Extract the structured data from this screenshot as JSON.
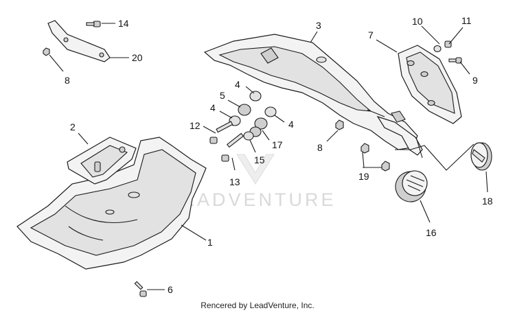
{
  "watermark": "LEADVENTURE",
  "credit": "Rencered by LeadVenture, Inc.",
  "callouts": {
    "c1": "1",
    "c2": "2",
    "c3": "3",
    "c4a": "4",
    "c4b": "4",
    "c4c": "4",
    "c5": "5",
    "c6": "6",
    "c7": "7",
    "c8a": "8",
    "c8b": "8",
    "c9": "9",
    "c10": "10",
    "c11": "11",
    "c12": "12",
    "c13": "13",
    "c14": "14",
    "c15": "15",
    "c16": "16",
    "c17": "17",
    "c18": "18",
    "c19": "19",
    "c20": "20"
  }
}
